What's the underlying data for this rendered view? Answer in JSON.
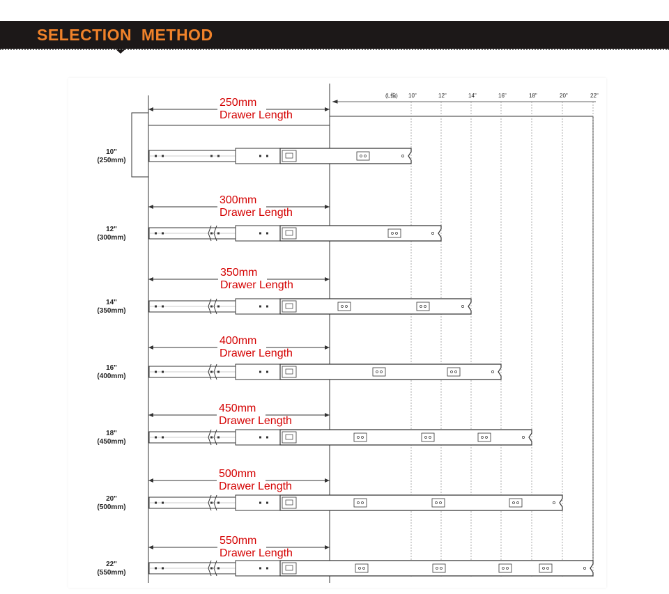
{
  "header": {
    "title": "SELECTION  METHOD"
  },
  "scale": {
    "unit_label": "(L指)",
    "ticks": [
      "10\"",
      "12\"",
      "14\"",
      "16\"",
      "18\"",
      "20\"",
      "22\""
    ]
  },
  "rows": [
    {
      "size": "10\"",
      "mm": "(250mm)",
      "length": "250mm",
      "caption": "Drawer Length"
    },
    {
      "size": "12\"",
      "mm": "(300mm)",
      "length": "300mm",
      "caption": "Drawer Length"
    },
    {
      "size": "14\"",
      "mm": "(350mm)",
      "length": "350mm",
      "caption": "Drawer Length"
    },
    {
      "size": "16\"",
      "mm": "(400mm)",
      "length": "400mm",
      "caption": "Drawer Length"
    },
    {
      "size": "18\"",
      "mm": "(450mm)",
      "length": "450mm",
      "caption": "Drawer Length"
    },
    {
      "size": "20\"",
      "mm": "(500mm)",
      "length": "500mm",
      "caption": "Drawer Length"
    },
    {
      "size": "22\"",
      "mm": "(550mm)",
      "length": "550mm",
      "caption": "Drawer Length"
    }
  ],
  "colors": {
    "header_bg": "#1c1818",
    "title": "#f0822a",
    "annotation": "#d40000",
    "line": "#333333"
  }
}
